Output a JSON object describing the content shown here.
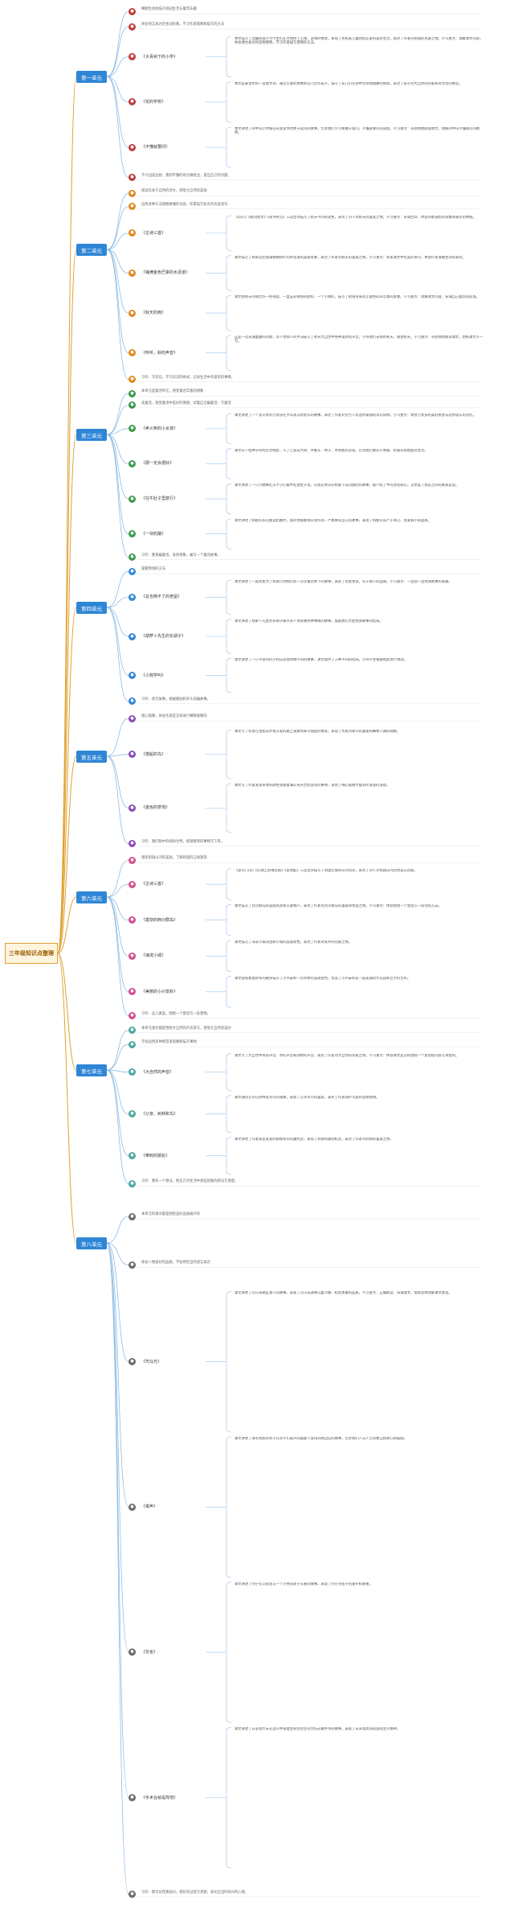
{
  "root": "三年级知识点整理",
  "units": [
    {
      "title": "第一单元",
      "items": [
        {
          "type": "line",
          "text": "细腻生动地描写校园生活与童年乐趣"
        },
        {
          "type": "line",
          "text": "体会语言表达的生动形象，学习作者观察和描写的方法"
        },
        {
          "type": "section",
          "label": "《大青树下的小学》",
          "text": "本文描写了边疆民族小学学生们在大青树下上课、游戏的情景，表现了各民族儿童团结友爱的美好生活，表达了作者对祖国的热爱之情。学习重点：理解课文内容，体会课文表达的思想感情，学习作者描写景物的方法。"
        },
        {
          "type": "section",
          "label": "《花的学校》",
          "text": "本文是泰戈尔的一首散文诗，通过丰富的想象把花儿比作孩子，描写了花儿们在雨中欢快地跳舞的情景，表达了孩子对大自然的热爱和对母亲的依恋。"
        },
        {
          "type": "section",
          "label": "《不懂就要问》",
          "text": "本文讲述了孙中山小时候在私塾读书时勇于提问的故事，告诉我们学习要敢于提问，不懂就要问的道理。学习重点：有感情地朗读课文，理解孙中山不懂就问的精神。"
        },
        {
          "type": "line",
          "text": "学习边读边想，遇到不懂的地方做批注，提出自己的问题。"
        }
      ]
    },
    {
      "title": "第二单元",
      "items": [
        {
          "type": "line",
          "text": "阅读有关于自然的诗文，感受大自然的美丽"
        },
        {
          "type": "line",
          "text": "运用多种方法理解难懂的词语，积累描写秋天的优美语句"
        },
        {
          "type": "section",
          "label": "《古诗三首》",
          "text": "《山行》《赠刘景文》《夜书所见》三首古诗描写了秋天不同的景色，表达了诗人对秋天的喜爱之情。学习重点：背诵古诗，体会诗歌描绘的景象和表达的情感。"
        },
        {
          "type": "section",
          "label": "《铺满金色巴掌的水泥道》",
          "text": "课文描写了秋雨过后落满梧桐树叶的水泥道的美丽景象，表达了作者对秋天的喜爱之情。学习重点：积累课文中优美的语句，体会作者准确生动的表达。"
        },
        {
          "type": "section",
          "label": "《秋天的雨》",
          "text": "课文把秋天的雨比作一把钥匙、一盒五彩缤纷的颜料、一个小喇叭，描写了秋雨带来的丰富色彩和丰收的景象。学习重点：理解课文内容，背诵自己喜欢的段落。"
        },
        {
          "type": "section",
          "label": "《听听，秋的声音》",
          "text": "这是一首充满童趣的诗歌，诗人用拟人的手法描写了秋天大自然中各种美妙的声音，引导我们去倾听秋天、感受秋天。学习重点：有感情地朗读课文，仿照课文写一写。"
        },
        {
          "type": "line",
          "text": "习作：写日记。学习日记的格式，记录生活中有意思的事情。"
        }
      ]
    },
    {
      "title": "第三单元",
      "items": [
        {
          "type": "line",
          "text": "本单元是童话单元，感受童话丰富的想象"
        },
        {
          "type": "line",
          "text": "读童话，感受童话中美好的情感，试着自己编童话、写童话"
        },
        {
          "type": "section",
          "label": "《卖火柴的小女孩》",
          "text": "课文讲述了一个卖火柴的小女孩在大年夜冻死街头的故事，表达了作者对穷苦人民悲惨遭遇的深切同情。学习重点：体会小女孩的美好愿望与悲惨现实的对比。"
        },
        {
          "type": "section",
          "label": "《那一定会很好》",
          "text": "课文以一粒种子的经历为线索，写了它变成大树、手推车、椅子、木地板的过程，告诉我们要乐于奉献、积极乐观地面对生活。"
        },
        {
          "type": "section",
          "label": "《在牛肚子里旅行》",
          "text": "课文讲述了一只小蟋蟀红头不小心被牛吃进肚子里，在朋友青头的帮助下成功脱险的故事，既介绍了牛的消化知识，又赞美了朋友之间的真挚友谊。"
        },
        {
          "type": "section",
          "label": "《一块奶酪》",
          "text": "课文讲述了蚂蚁队长在搬运奶酪时，面对诱惑能够以身作则、严格要求自己的故事，表现了蚂蚁队长严于律己、关爱弱小的品质。"
        },
        {
          "type": "line",
          "text": "习作：我来编童话。发挥想象，编写一个童话故事。"
        }
      ]
    },
    {
      "title": "第四单元",
      "items": [
        {
          "type": "line",
          "text": "掌握预测的方法"
        },
        {
          "type": "section",
          "label": "《总也倒不了的老屋》",
          "text": "课文讲述了一座老屋为了帮助小动物们而一次次推迟倒下的故事，表现了老屋善良、乐于助人的品质。学习重点：一边读一边预测故事的发展。"
        },
        {
          "type": "section",
          "label": "《胡萝卜先生的长胡子》",
          "text": "课文讲述了胡萝卜先生的长胡子被许多人用来做各种事情的故事，鼓励我们大胆预测故事的结局。"
        },
        {
          "type": "section",
          "label": "《小狗学叫》",
          "text": "课文讲述了一只不会叫的小狗向其他动物学叫的故事，课文提供了三种不同的结局，引导学生根据线索进行预测。"
        },
        {
          "type": "line",
          "text": "习作：续写故事。根据图画和开头续编故事。"
        }
      ]
    },
    {
      "title": "第五单元",
      "items": [
        {
          "type": "line",
          "text": "留心观察，体会作者是怎样进行细致观察的"
        },
        {
          "type": "section",
          "label": "《搭船的鸟》",
          "text": "课文写了作者在坐船去外祖父家的路上观察到翠鸟捕鱼的情景，表现了作者对翠鸟的喜爱和细致入微的观察。"
        },
        {
          "type": "section",
          "label": "《金色的草地》",
          "text": "课文写了作者发现草地的颜色会随着蒲公英开合而变化的事情，说明了细心观察才能有所发现的道理。"
        },
        {
          "type": "line",
          "text": "习作：我们眼中的缤纷世界。把观察到的事物写下来。"
        }
      ]
    },
    {
      "title": "第六单元",
      "items": [
        {
          "type": "line",
          "text": "感受祖国山河的美丽，了解祖国的辽阔富饶"
        },
        {
          "type": "section",
          "label": "《古诗三首》",
          "text": "《望天门山》《饮湖上初晴后雨》《望洞庭》三首古诗描写了祖国壮丽的山河风光，表达了诗人对祖国山河的赞美与热爱。"
        },
        {
          "type": "section",
          "label": "《富饶的西沙群岛》",
          "text": "课文描写了西沙群岛的美丽风景和丰富物产，表达了作者对西沙群岛的喜爱和赞美之情。学习重点：体会围绕一个意思写一段话的方法。"
        },
        {
          "type": "section",
          "label": "《海滨小城》",
          "text": "课文描写了海滨小城海边和小城的美丽景色，表达了作者对家乡的热爱之情。"
        },
        {
          "type": "section",
          "label": "《美丽的小兴安岭》",
          "text": "课文按照春夏秋冬的顺序描写了小兴安岭一年四季的美丽景色，赞美了小兴安岭是一座美丽的大花园和巨大的宝库。"
        },
        {
          "type": "line",
          "text": "习作：这儿真美。围绕一个意思写一处景物。"
        }
      ]
    },
    {
      "title": "第七单元",
      "items": [
        {
          "type": "line",
          "text": "本单元课文都是围绕大自然的声音来写，感受大自然的美妙"
        },
        {
          "type": "line",
          "text": "学会运用多种感官来观察和描写事物"
        },
        {
          "type": "section",
          "label": "《大自然的声音》",
          "text": "课文写了大自然中风的声音、水的声音和动物的声音，表达了作者对大自然的热爱之情。学习重点：体会课文是怎样围绕一个意思把内容写清楚的。"
        },
        {
          "type": "section",
          "label": "《父亲、树林和鸟》",
          "text": "课文通过父亲在树林里对鸟的观察，表现了父亲对鸟的喜爱，表达了作者保护鸟类的思想感情。"
        },
        {
          "type": "section",
          "label": "《带刺的朋友》",
          "text": "课文讲述了作者夜里发现刺猬偷枣的有趣经过，表现了刺猬的聪明机灵，表达了作者对刺猬的喜爱之情。"
        },
        {
          "type": "line",
          "text": "习作：我有一个想法。把自己对生活中某些现象的想法写清楚。"
        }
      ]
    },
    {
      "title": "第八单元",
      "items": [
        {
          "type": "line",
          "text": "本单元的课文都是围绕美好品质展开的"
        },
        {
          "type": "line",
          "text": "体会人物美好的品质，学会用恰当的语言表达"
        },
        {
          "type": "section",
          "label": "《司马光》",
          "text": "课文讲述了司马光砸缸救人的故事，表现了司马光遇事沉着冷静、机智勇敢的品质。学习重点：正确朗读、背诵课文，借助注释理解课文意思。"
        },
        {
          "type": "section",
          "label": "《掌声》",
          "text": "课文讲述了身有残疾的英子在同学们掌声的鼓励下变得开朗自信的故事，告诉我们人与人之间要互相关心和鼓励。"
        },
        {
          "type": "section",
          "label": "《灰雀》",
          "text": "课文讲述了列宁在公园里与一个小男孩关于灰雀的故事，表现了列宁对孩子的爱护和尊重。"
        },
        {
          "type": "section",
          "label": "《手术台就是阵地》",
          "text": "课文讲述了白求恩大夫在战斗中冒着生命危险坚持为伤员做手术的故事，表现了白求恩高尚的国际主义精神。"
        },
        {
          "type": "line",
          "text": "习作：那次玩得真高兴。把玩的过程写清楚，表达出当时高兴的心情。"
        }
      ]
    }
  ]
}
